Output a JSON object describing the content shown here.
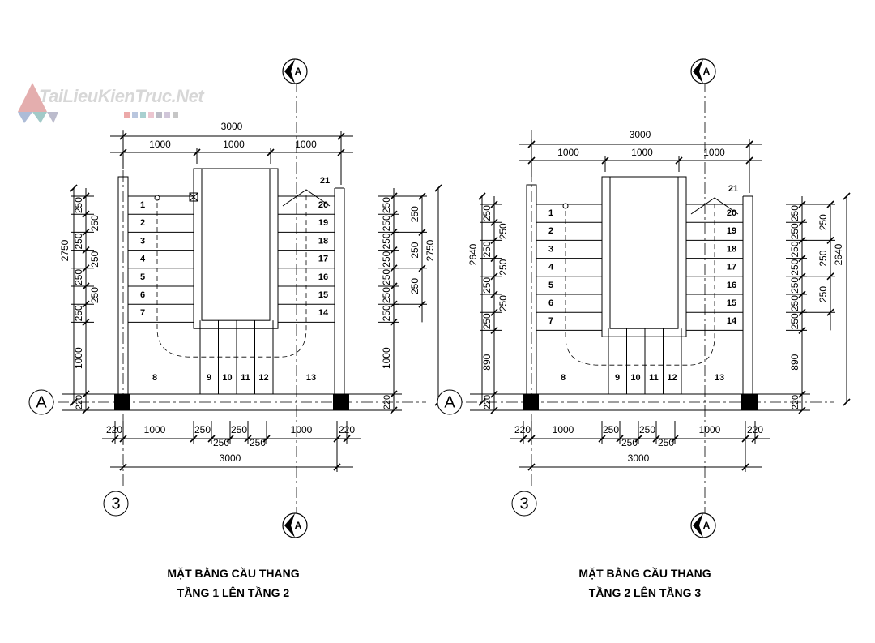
{
  "watermark": {
    "text": "TaiLieuKienTruc.Net",
    "colors": [
      "#e07070",
      "#8aa0c8",
      "#70b0b0",
      "#e0a0b0",
      "#9090a0",
      "#b0a0c0",
      "#a0a0a0"
    ]
  },
  "section_marker": "A",
  "grid_axis_letter": "A",
  "grid_axis_number": "3",
  "plans": [
    {
      "caption_line1": "MẶT BẰNG CẦU THANG",
      "caption_line2": "TẦNG 1 LÊN TẦNG 2",
      "top_total": "3000",
      "top_parts": [
        "1000",
        "1000",
        "1000"
      ],
      "bottom_total": "3000",
      "bottom_parts": [
        "220",
        "1000",
        "250",
        "250",
        "250",
        "250",
        "1000",
        "220"
      ],
      "left_height": "2750",
      "right_height": "2750",
      "riser_dims": [
        "250",
        "250",
        "250",
        "250",
        "250",
        "250",
        "250"
      ],
      "landing_dim": "1000",
      "wall_dim": "220",
      "left_steps": [
        "1",
        "2",
        "3",
        "4",
        "5",
        "6",
        "7"
      ],
      "right_steps": [
        "20",
        "19",
        "18",
        "17",
        "16",
        "15",
        "14"
      ],
      "top_step": "21",
      "bottom_steps": [
        "8",
        "9",
        "10",
        "11",
        "12",
        "13"
      ]
    },
    {
      "caption_line1": "MẶT BẰNG CẦU THANG",
      "caption_line2": "TẦNG 2 LÊN TẦNG 3",
      "top_total": "3000",
      "top_parts": [
        "1000",
        "1000",
        "1000"
      ],
      "bottom_total": "3000",
      "bottom_parts": [
        "220",
        "1000",
        "250",
        "250",
        "250",
        "250",
        "1000",
        "220"
      ],
      "left_height": "2640",
      "right_height": "2640",
      "riser_dims": [
        "250",
        "250",
        "250",
        "250",
        "250",
        "250",
        "250"
      ],
      "landing_dim": "890",
      "wall_dim": "220",
      "left_steps": [
        "1",
        "2",
        "3",
        "4",
        "5",
        "6",
        "7"
      ],
      "right_steps": [
        "20",
        "19",
        "18",
        "17",
        "16",
        "15",
        "14"
      ],
      "top_step": "21",
      "bottom_steps": [
        "8",
        "9",
        "10",
        "11",
        "12",
        "13"
      ]
    }
  ]
}
